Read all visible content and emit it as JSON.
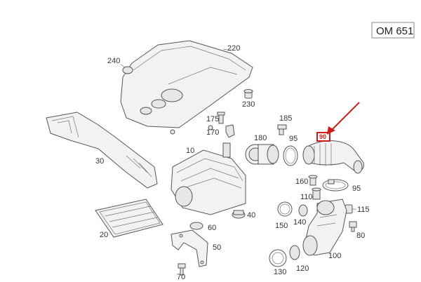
{
  "engine_code": "OM 651",
  "labels": {
    "p220": "220",
    "p240": "240",
    "p230": "230",
    "p175": "175",
    "p170": "170",
    "p185": "185",
    "p180": "180",
    "p95a": "95",
    "p90": "90",
    "p10": "10",
    "p30": "30",
    "p160": "160",
    "p95b": "95",
    "p110": "110",
    "p115": "115",
    "p40": "40",
    "p150": "150",
    "p140": "140",
    "p80": "80",
    "p60": "60",
    "p20": "20",
    "p50": "50",
    "p100": "100",
    "p70": "70",
    "p130": "130",
    "p120": "120"
  },
  "highlight": {
    "label": "90",
    "color": "#d11a1a"
  }
}
